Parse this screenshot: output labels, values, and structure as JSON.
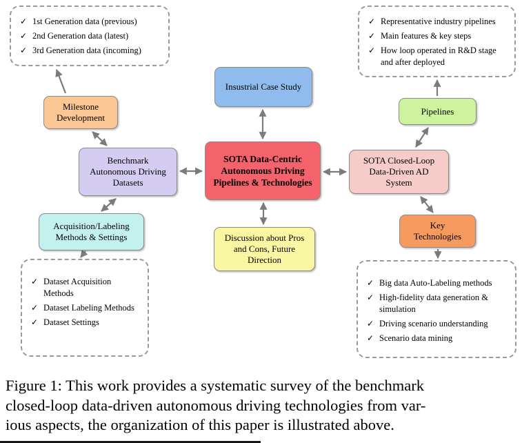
{
  "nodes": {
    "center": {
      "label": "SOTA Data-Centric Autonomous Driving Pipelines & Technologies"
    },
    "industrial": {
      "label": "Insustrial Case Study"
    },
    "discussion": {
      "label": "Discussion about Pros and Cons, Future Direction"
    },
    "benchmark": {
      "label": "Benchmark Autonomous Driving Datasets"
    },
    "closed_loop": {
      "label": "SOTA Closed-Loop Data-Driven AD System"
    },
    "milestone": {
      "label": "Milestone Development"
    },
    "pipelines": {
      "label": "Pipelines"
    },
    "acquisition": {
      "label": "Acquisition/Labeling Methods & Settings"
    },
    "key_tech": {
      "label": "Key Technologies"
    }
  },
  "lists": {
    "top_left": {
      "items": [
        "1st Generation data (previous)",
        "2nd Generation data (latest)",
        "3rd Generation data (incoming)"
      ]
    },
    "top_right": {
      "items": [
        "Representative industry pipelines",
        "Main features & key steps",
        "How loop operated in R&D stage and after deployed"
      ]
    },
    "bottom_left": {
      "items": [
        "Dataset Acquisition Methods",
        "Dataset Labeling Methods",
        "Dataset Settings"
      ]
    },
    "bottom_right": {
      "items": [
        "Big data Auto-Labeling methods",
        "High-fidelity data generation & simulation",
        "Driving scenario understanding",
        "Scenario data mining"
      ]
    }
  },
  "icons": {
    "check": "✓"
  },
  "colors": {
    "center": "#F4636C",
    "industrial": "#8FBCEC",
    "discussion": "#FAF7A3",
    "benchmark": "#D4CCF1",
    "closed_loop": "#F6CCC8",
    "milestone": "#FAC693",
    "pipelines": "#CDF39E",
    "acquisition": "#C3F1EE",
    "key_tech": "#F69A60",
    "arrow": "#7B7B7B"
  },
  "caption": {
    "lines": [
      "Figure 1: This work provides a systematic survey of the benchmark",
      "closed-loop data-driven autonomous driving technologies from var-",
      "ious aspects, the organization of this paper is illustrated above."
    ]
  }
}
